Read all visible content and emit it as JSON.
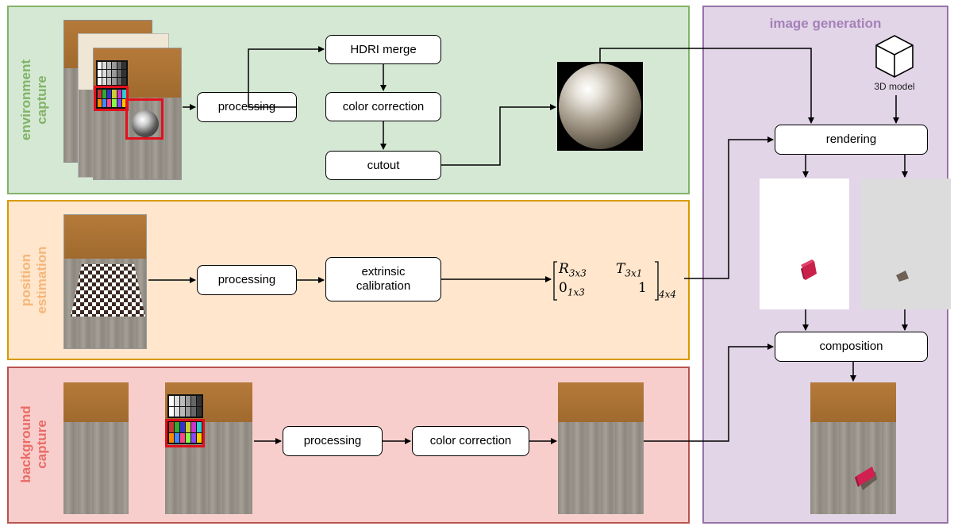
{
  "sections": {
    "environment": {
      "title_line1": "environment",
      "title_line2": "capture",
      "color": "#82b366",
      "fill": "#d5e8d4"
    },
    "position": {
      "title_line1": "position",
      "title_line2": "estimation",
      "color": "#d79b00",
      "fill": "#ffe6cc"
    },
    "background": {
      "title_line1": "background",
      "title_line2": "capture",
      "color": "#b85450",
      "fill": "#f8cecc"
    },
    "generation": {
      "title": "image generation",
      "color": "#9673a6",
      "fill": "#e1d5e7"
    }
  },
  "boxes": {
    "env_processing": "processing",
    "hdri_merge": "HDRI merge",
    "env_color_correction": "color correction",
    "cutout": "cutout",
    "pos_processing": "processing",
    "extrinsic_line1": "extrinsic",
    "extrinsic_line2": "calibration",
    "bg_processing": "processing",
    "bg_color_correction": "color correction",
    "rendering": "rendering",
    "composition": "composition"
  },
  "model_label": "3D model",
  "matrix": {
    "r": "R",
    "r_sub": "3x3",
    "t": "T",
    "t_sub": "3x1",
    "zero": "0",
    "zero_sub": "1x3",
    "one": "1",
    "outer_sub": "4x4"
  },
  "icons": {
    "cube": "cube-icon",
    "mirror_ball": "mirror-ball-icon"
  }
}
